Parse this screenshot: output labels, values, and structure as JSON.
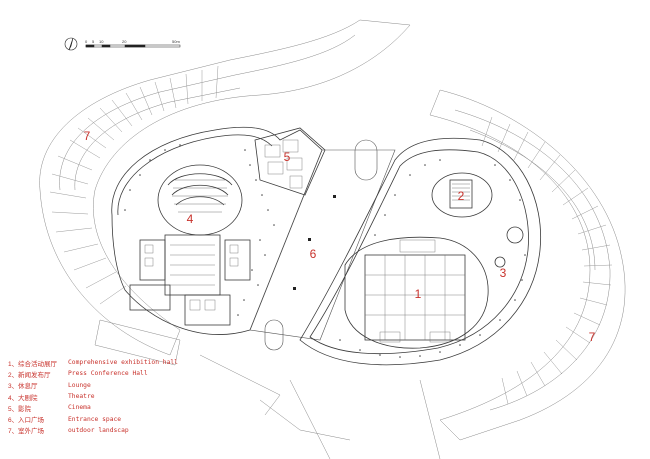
{
  "zones": [
    {
      "id": "zone-1",
      "number": "1"
    },
    {
      "id": "zone-2",
      "number": "2"
    },
    {
      "id": "zone-3",
      "number": "3"
    },
    {
      "id": "zone-4",
      "number": "4"
    },
    {
      "id": "zone-5",
      "number": "5"
    },
    {
      "id": "zone-6",
      "number": "6"
    },
    {
      "id": "zone-7a",
      "number": "7"
    },
    {
      "id": "zone-7b",
      "number": "7"
    }
  ],
  "legend": [
    {
      "num": "1、",
      "cn": "综合活动展厅",
      "en": "Comprehensive exhibition hall"
    },
    {
      "num": "2、",
      "cn": "新闻发布厅",
      "en": "Press Conference Hall"
    },
    {
      "num": "3、",
      "cn": "休息厅",
      "en": "Lounge"
    },
    {
      "num": "4、",
      "cn": "大剧院",
      "en": "Theatre"
    },
    {
      "num": "5、",
      "cn": "影院",
      "en": "Cinema"
    },
    {
      "num": "6、",
      "cn": "入口广场",
      "en": "Entrance space"
    },
    {
      "num": "7、",
      "cn": "室外广场",
      "en": "outdoor landscap"
    }
  ],
  "scale_bar": {
    "labels": [
      "0",
      "5",
      "10",
      "20",
      "50m"
    ]
  },
  "colors": {
    "label": "#c8312b",
    "line": "#555555",
    "light_line": "#9a9a9a"
  }
}
